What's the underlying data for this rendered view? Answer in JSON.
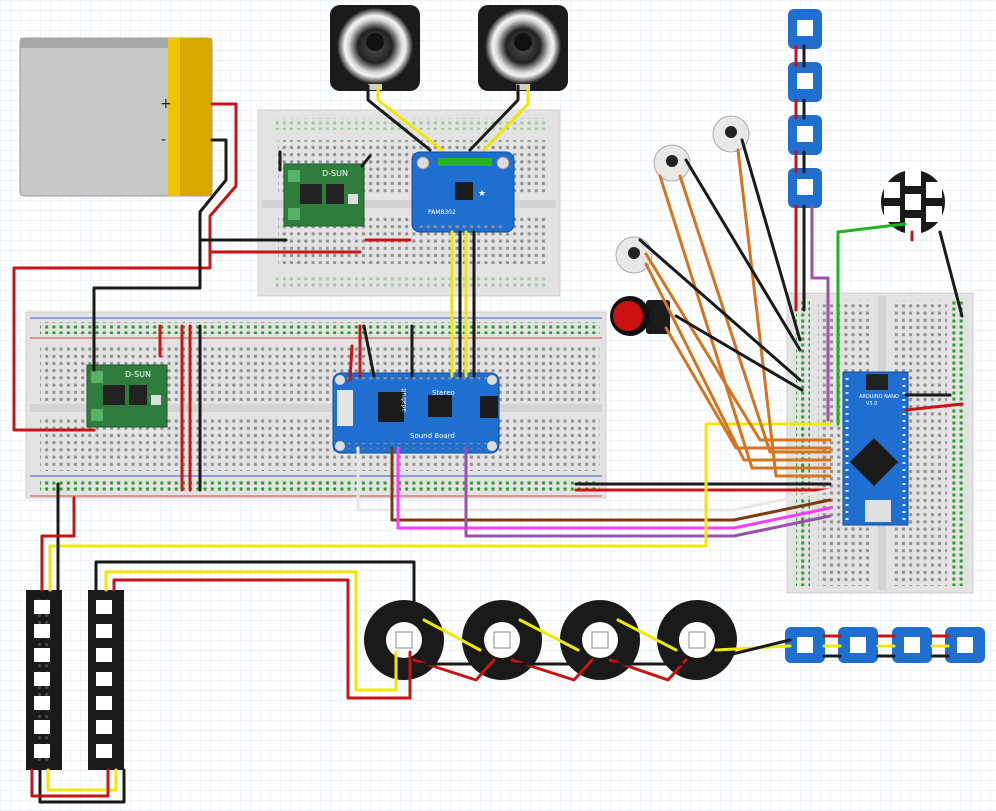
{
  "labels": {
    "plus": "+",
    "minus": "-",
    "dsun_1": "D-SUN",
    "dsun_2": "D-SUN",
    "amp_name": "PAM8302",
    "sound_board_name": "Sound Board",
    "sound_board_brand": "adafruit",
    "stereo": "Stereo",
    "nano_name": "ARDUINO NANO",
    "nano_ver": "V3.0"
  },
  "colors": {
    "battery_body": "#c8c8c8",
    "battery_tab": "#f2c200",
    "pcb_blue": "#1f6fd1",
    "pcb_green": "#2f7d3c",
    "wire_red": "#c81414",
    "wire_black": "#1a1a1a",
    "wire_yellow": "#f0e800",
    "wire_orange": "#d5741f",
    "wire_green": "#20b020",
    "wire_purple": "#9a52a8",
    "wire_magenta": "#ff3cff",
    "wire_brown": "#7a3a10",
    "wire_white": "#e8e8e8",
    "button_red": "#cc1111"
  }
}
